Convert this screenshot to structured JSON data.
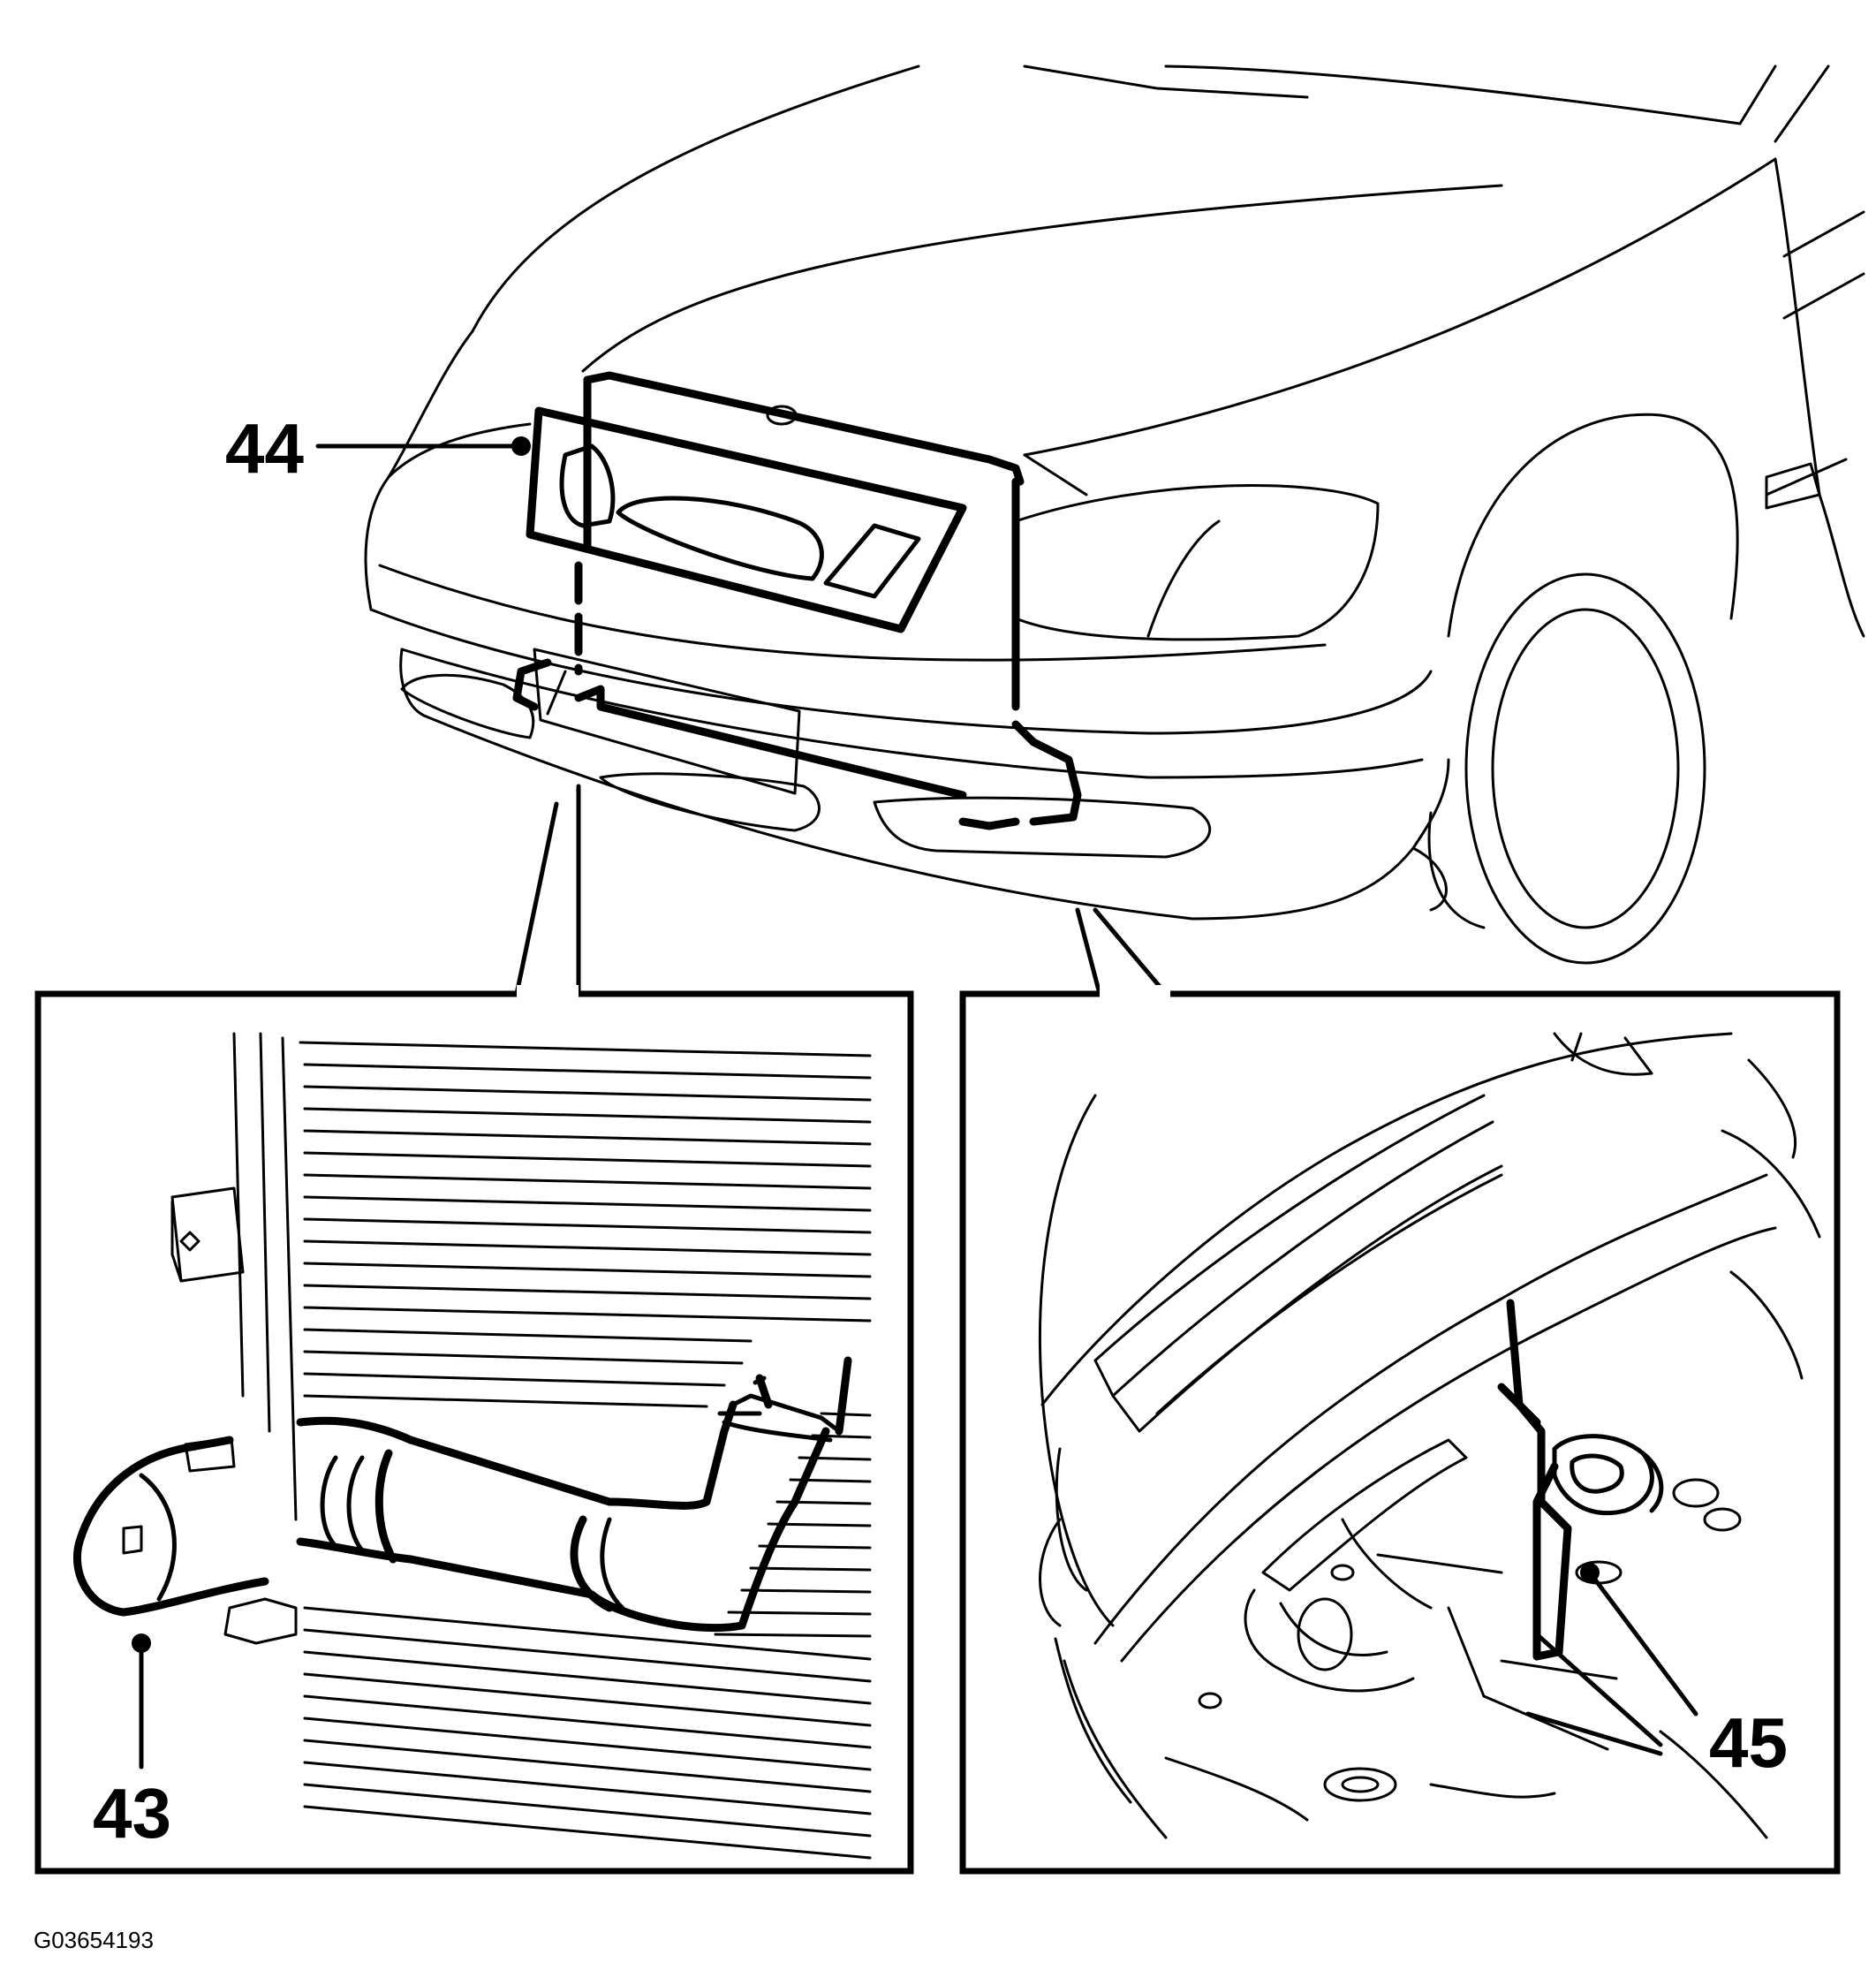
{
  "callouts": {
    "c44": "44",
    "c43": "43",
    "c45": "45"
  },
  "figure_code": "G03654193"
}
